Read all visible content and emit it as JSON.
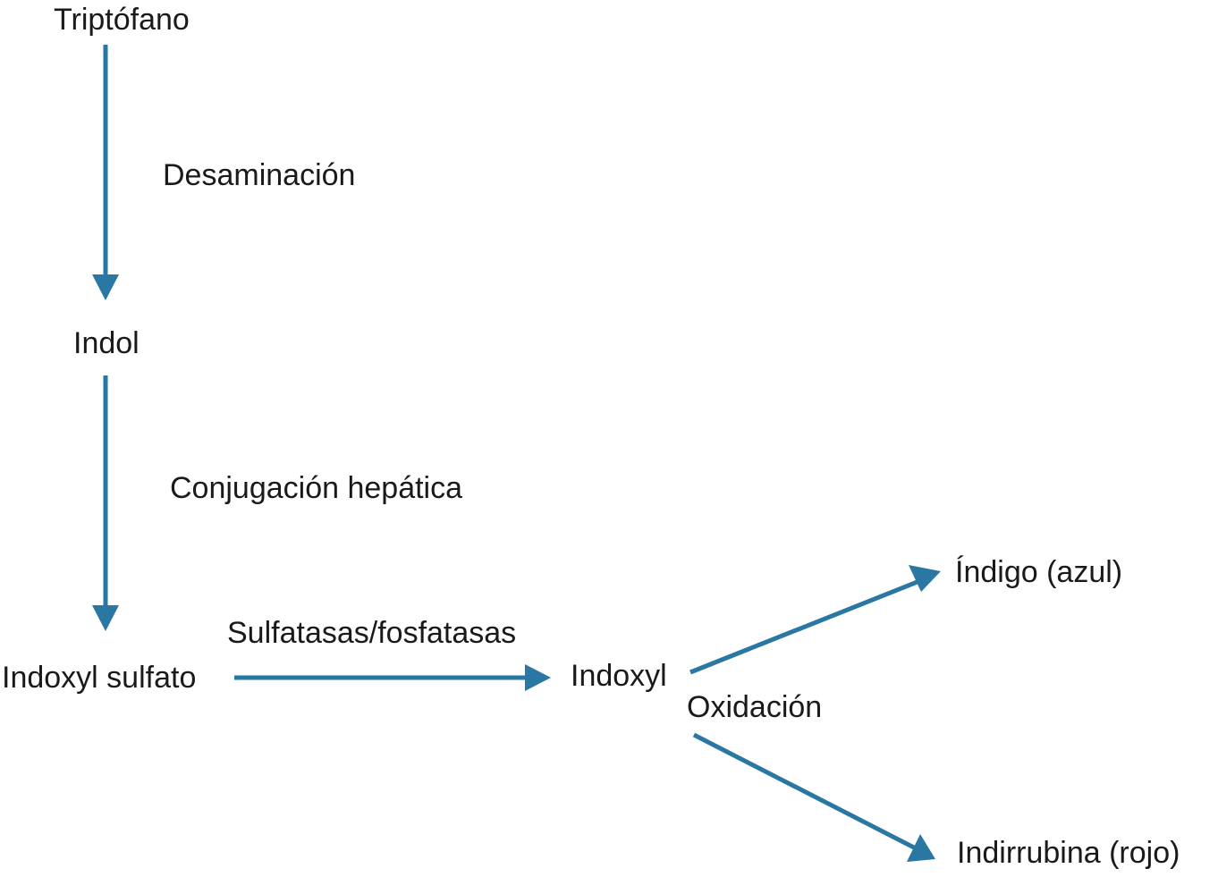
{
  "nodes": {
    "triptofano": "Triptófano",
    "indol": "Indol",
    "indoxyl_sulfato": "Indoxyl sulfato",
    "indoxyl": "Indoxyl",
    "indigo": "Índigo (azul)",
    "indirrubina": "Indirrubina (rojo)"
  },
  "edges": {
    "desaminacion": "Desaminación",
    "conjugacion": "Conjugación hepática",
    "sulfatasas": "Sulfatasas/fosfatasas",
    "oxidacion": "Oxidación"
  },
  "colors": {
    "arrow": "#2a77a3",
    "text": "#1a1a1a"
  }
}
